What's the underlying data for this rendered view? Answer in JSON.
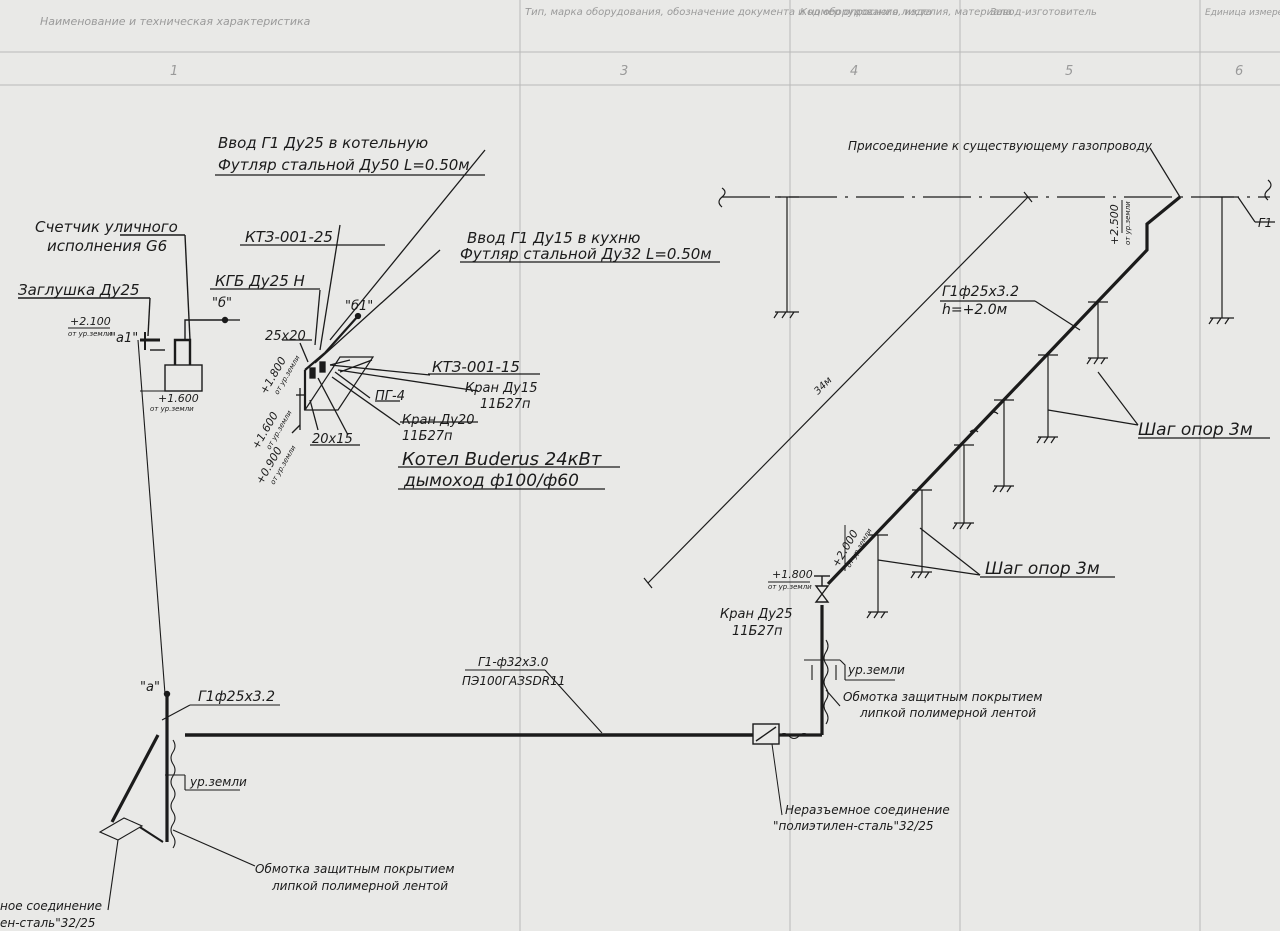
{
  "colors": {
    "paper": "#e9e9e7",
    "ink": "#1b1b1b",
    "ghost": "#9e9e9e"
  },
  "header": {
    "col_name": "Наименование и техническая характеристика",
    "col_doc": "Тип, марка оборудования, обозначение документа и номер опросного листа",
    "col_code": "Код оборудования, изделия, материала",
    "col_maker": "Завод-изготовитель",
    "col_unit": "Единица измерения",
    "num1": "1",
    "num3": "3",
    "num4": "4",
    "num5": "5",
    "num6": "6"
  },
  "labels": {
    "vvod_kotel": "Ввод Г1 Ду25 в котельную",
    "futlyar50": "Футляр стальной Ду50 L=0.50м",
    "counter1": "Счетчик уличного",
    "counter2": "исполнения G6",
    "ktz25": "КТЗ-001-25",
    "vvod_kuhnya": "Ввод Г1 Ду15 в кухню",
    "futlyar32": "Футляр стальной Ду32 L=0.50м",
    "kgb": "КГБ Ду25 Н",
    "zaglushka": "Заглушка Ду25",
    "pt_b": "\"б\"",
    "pt_b1": "\"б1\"",
    "pt_a1": "\"а1\"",
    "pt_a": "\"а\"",
    "el_2100": "+2.100",
    "el_1600": "+1.600",
    "el_1800": "+1.800",
    "el_0900": "+0.900",
    "el_2000": "+2.000",
    "el_2500": "+2.500",
    "ot_ur": "от ур.земли",
    "s25x20": "25х20",
    "s20x15": "20х15",
    "ktz15": "КТЗ-001-15",
    "kran15": "Кран Ду15",
    "b11_1": "11Б27п",
    "pg4": "ПГ-4",
    "kran20": "Кран Ду20",
    "b11_2": "11Б27п",
    "boiler": "Котел Buderus 24кВт",
    "chimney": "дымоход ф100/ф60",
    "connect": "Присоединение к существующему газопроводу",
    "pipe_main": "Г1ф25х3.2",
    "h_main": "h=+2.0м",
    "dim_34": "34м",
    "step1": "Шаг опор 3м",
    "step2": "Шаг опор 3м",
    "kran25": "Кран Ду25",
    "b11_3": "11Б27п",
    "ur_zemli1": "ур.земли",
    "ur_zemli2": "ур.земли",
    "wrap1a": "Обмотка защитным покрытием",
    "wrap1b": "липкой полимерной лентой",
    "wrap2a": "Обмотка защитным покрытием",
    "wrap2b": "липкой полимерной лентой",
    "pe_pipe": "Г1-ф32х3.0",
    "pe_mark": "ПЭ100ГАЗSDR11",
    "pipe_a": "Г1ф25х3.2",
    "joint1a": "Неразъемное соединение",
    "joint1b": "\"полиэтилен-сталь\"32/25",
    "joint2a": "ное соединение",
    "joint2b": "ен-сталь\"32/25",
    "g1_edge": "Г1"
  }
}
